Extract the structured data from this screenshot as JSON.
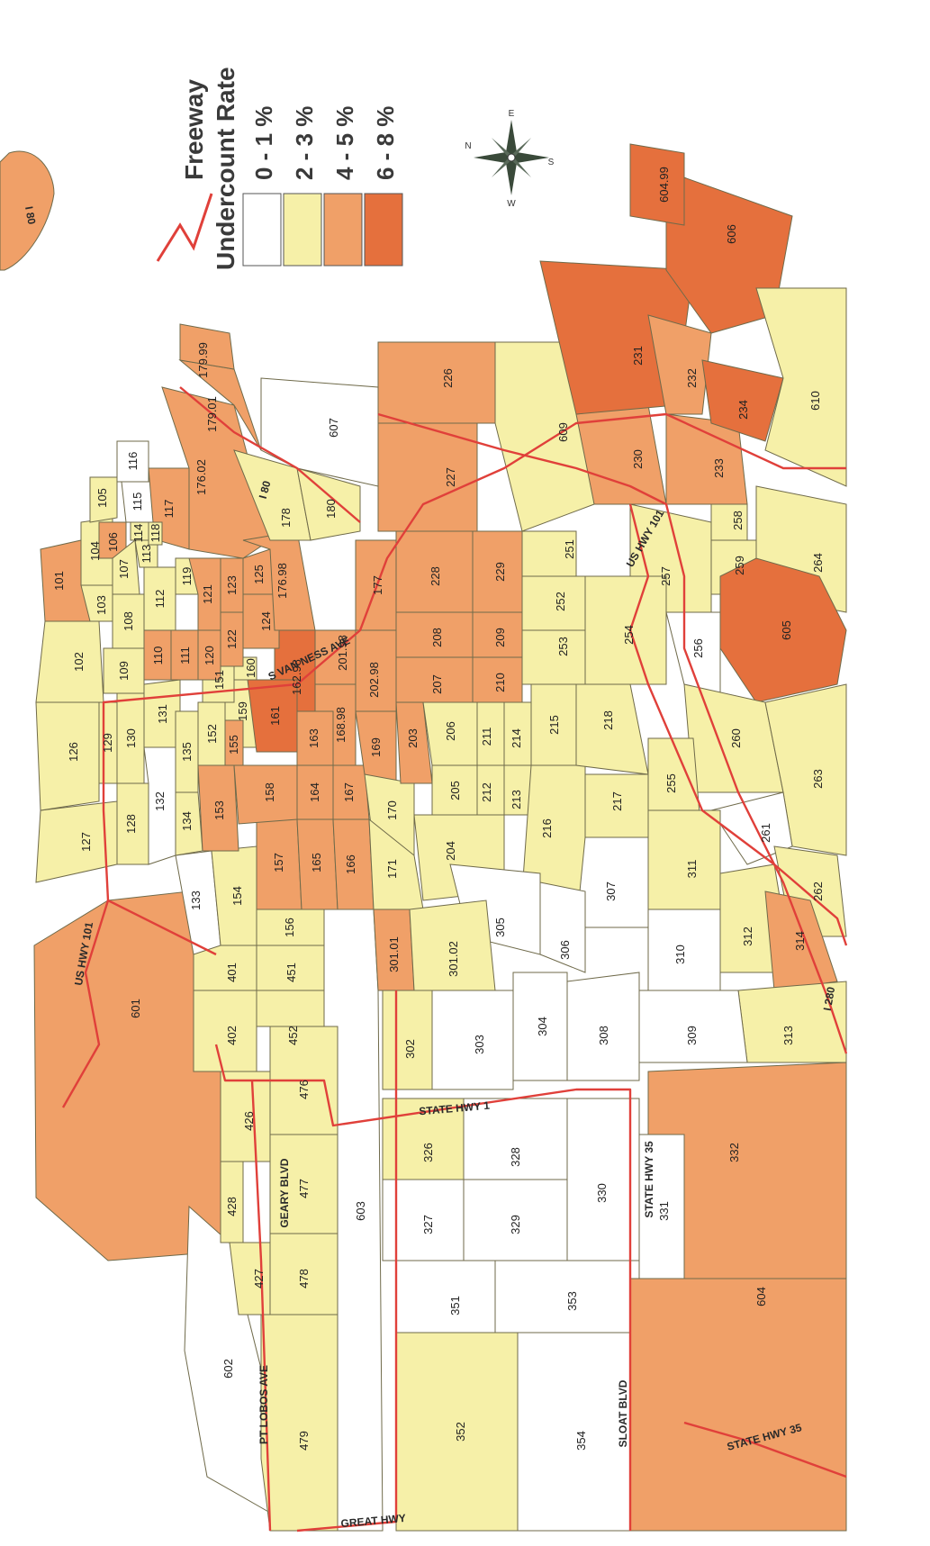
{
  "legend": {
    "freeway_label": "Freeway",
    "title": "Undercount Rate",
    "classes": [
      {
        "label": "0 - 1 %",
        "color": "#ffffff"
      },
      {
        "label": "2 - 3 %",
        "color": "#f6f0a8"
      },
      {
        "label": "4 - 5 %",
        "color": "#f0a068"
      },
      {
        "label": "6 - 8 %",
        "color": "#e5703d"
      }
    ],
    "freeway_color": "#e0403a"
  },
  "compass": {
    "n": "N",
    "e": "E",
    "s": "S",
    "w": "W"
  },
  "roads": {
    "i80_a": "I 80",
    "i80_b": "I 80",
    "us101_a": "US HWY 101",
    "us101_b": "US HWY 101",
    "s_van_ness": "S VAN NESS AVE",
    "state_hwy_1": "STATE HWY 1",
    "state_hwy_35_a": "STATE HWY 35",
    "state_hwy_35_b": "STATE HWY 35",
    "i280": "I 280",
    "geary": "GEARY BLVD",
    "pt_lobos": "PT LOBOS AVE",
    "great_hwy": "GREAT HWY",
    "sloat": "SLOAT BLVD"
  },
  "tracts": {
    "t601": "601",
    "t101": "101",
    "t102": "102",
    "t103": "103",
    "t104": "104",
    "t105": "105",
    "t106": "106",
    "t107": "107",
    "t108": "108",
    "t109": "109",
    "t110": "110",
    "t111": "111",
    "t112": "112",
    "t113": "113",
    "t114": "114",
    "t115": "115",
    "t116": "116",
    "t117": "117",
    "t118": "118",
    "t119": "119",
    "t120": "120",
    "t121": "121",
    "t122": "122",
    "t123": "123",
    "t124": "124",
    "t125": "125",
    "t126": "126",
    "t127": "127",
    "t128": "128",
    "t129": "129",
    "t130": "130",
    "t131": "131",
    "t132": "132",
    "t133": "133",
    "t134": "134",
    "t135": "135",
    "t151": "151",
    "t152": "152",
    "t153": "153",
    "t154": "154",
    "t155": "155",
    "t156": "156",
    "t157": "157",
    "t158": "158",
    "t159": "159",
    "t160": "160",
    "t161": "161",
    "t16298": "162.98",
    "t163": "163",
    "t164": "164",
    "t165": "165",
    "t166": "166",
    "t167": "167",
    "t16898": "168.98",
    "t169": "169",
    "t170": "170",
    "t171": "171",
    "t17602": "176.02",
    "t17698": "176.98",
    "t177": "177",
    "t178": "178",
    "t17901": "179.01",
    "t17999": "179.99",
    "t180": "180",
    "t20198": "201.98",
    "t20298": "202.98",
    "t203": "203",
    "t204": "204",
    "t205": "205",
    "t206": "206",
    "t207": "207",
    "t208": "208",
    "t209": "209",
    "t210": "210",
    "t211": "211",
    "t212": "212",
    "t213": "213",
    "t214": "214",
    "t215": "215",
    "t216": "216",
    "t217": "217",
    "t218": "218",
    "t226": "226",
    "t227": "227",
    "t228": "228",
    "t229": "229",
    "t230": "230",
    "t231": "231",
    "t232": "232",
    "t233": "233",
    "t234": "234",
    "t251": "251",
    "t252": "252",
    "t253": "253",
    "t254": "254",
    "t255": "255",
    "t256": "256",
    "t257": "257",
    "t258": "258",
    "t259": "259",
    "t260": "260",
    "t261": "261",
    "t262": "262",
    "t263": "263",
    "t264": "264",
    "t30101": "301.01",
    "t30102": "301.02",
    "t302": "302",
    "t303": "303",
    "t304": "304",
    "t305": "305",
    "t306": "306",
    "t307": "307",
    "t308": "308",
    "t309": "309",
    "t310": "310",
    "t311": "311",
    "t312": "312",
    "t313": "313",
    "t314": "314",
    "t326": "326",
    "t327": "327",
    "t328": "328",
    "t329": "329",
    "t330": "330",
    "t331": "331",
    "t332": "332",
    "t351": "351",
    "t352": "352",
    "t353": "353",
    "t354": "354",
    "t401": "401",
    "t402": "402",
    "t426": "426",
    "t427": "427",
    "t428": "428",
    "t451": "451",
    "t452": "452",
    "t476": "476",
    "t477": "477",
    "t478": "478",
    "t479": "479",
    "t602": "602",
    "t603": "603",
    "t604": "604",
    "t605": "605",
    "t606": "606",
    "t607": "607",
    "t609": "609",
    "t610": "610",
    "t60499": "604.99"
  }
}
